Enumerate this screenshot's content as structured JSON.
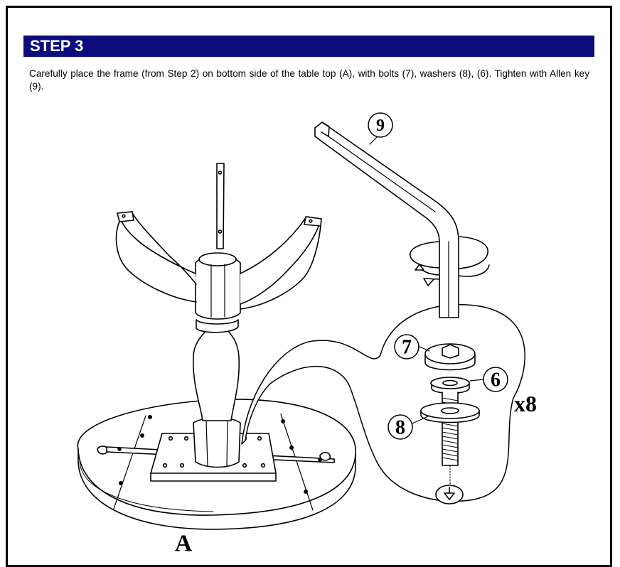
{
  "step": {
    "title": "STEP 3",
    "instruction": "Carefully place the frame (from Step 2) on bottom side of the table top (A), with bolts (7), washers (8), (6). Tighten with Allen key (9)."
  },
  "parts": {
    "allen_key": "9",
    "bolt": "7",
    "small_washer": "6",
    "large_washer": "8",
    "table_top": "A"
  },
  "quantity": "x8",
  "colors": {
    "header_bg": "#0c0c7c",
    "header_text": "#ffffff",
    "line": "#000000"
  }
}
